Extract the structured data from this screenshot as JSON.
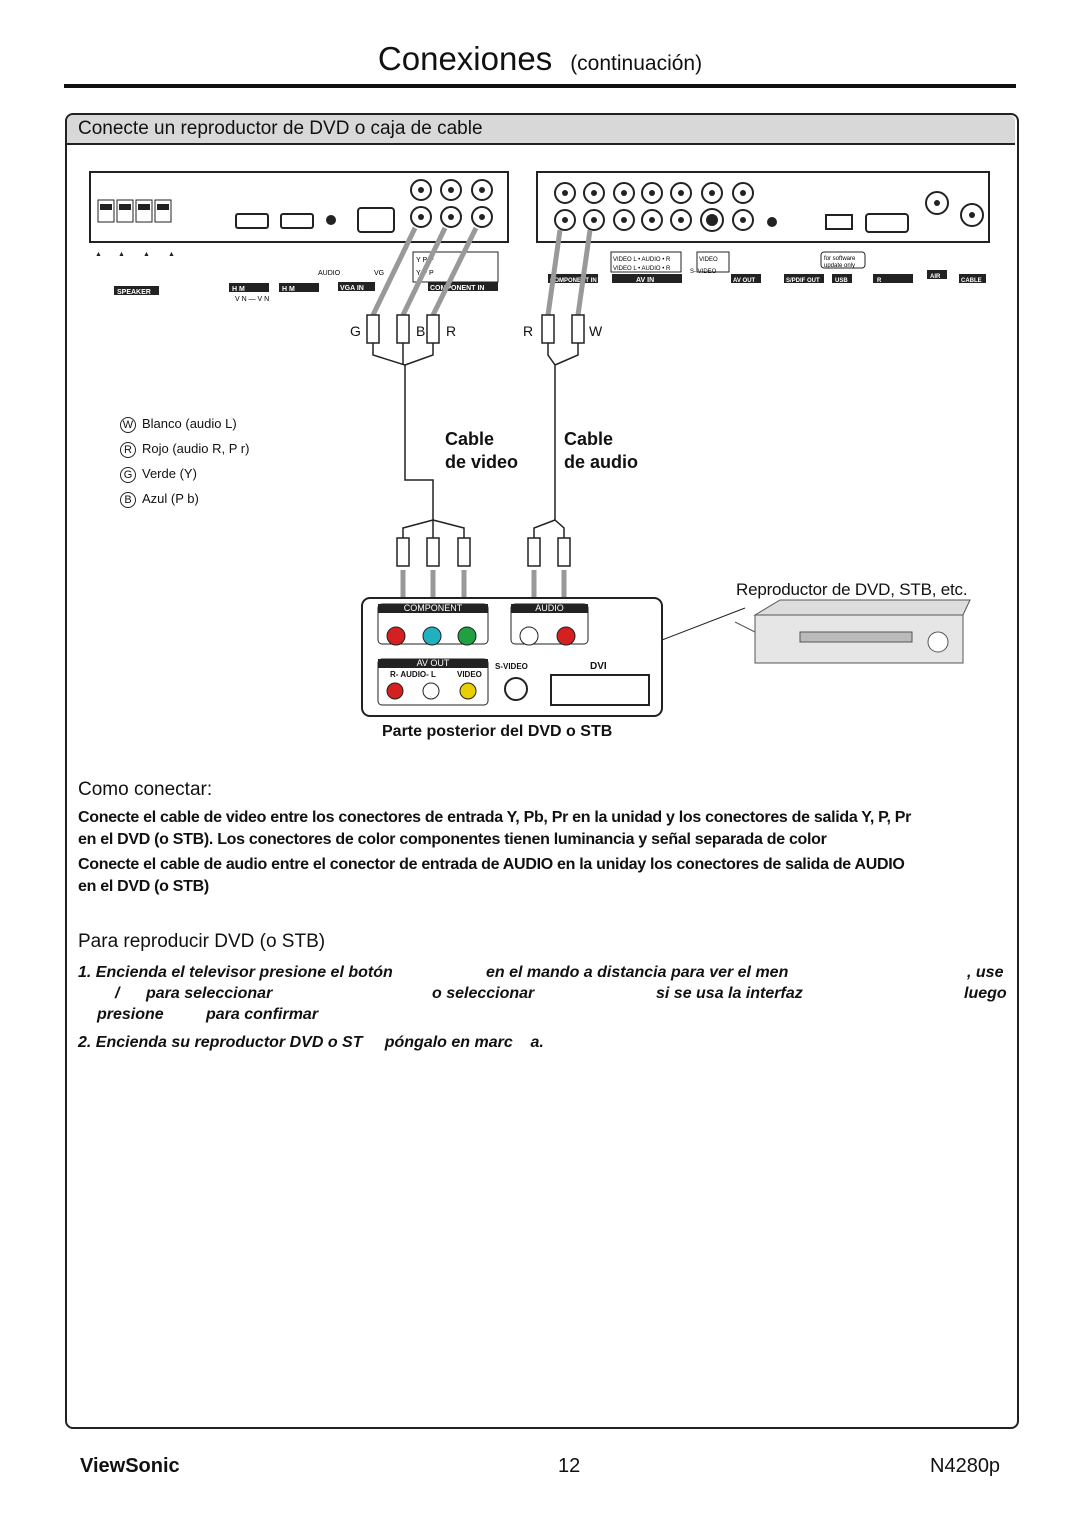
{
  "header": {
    "title": "Conexiones",
    "subtitle": "(continuación)"
  },
  "section": {
    "title": "Conecte un reproductor de DVD o caja de cable"
  },
  "diagram": {
    "tv_panel_labels": {
      "speaker": "SPEAKER",
      "audio": "AUDIO",
      "vga": "VGA IN",
      "vga_short": "VG",
      "component": "COMPONENT IN",
      "av_in": "AV IN",
      "av_out": "AV OUT",
      "spdif": "S/PDIF OUT",
      "usb": "USB",
      "air": "AIR",
      "cable": "CABLE",
      "software": "for software update only",
      "video": "VIDEO",
      "svideo": "S- VIDEO",
      "hdmi": "H  M"
    },
    "plug_letters_top_left": [
      "G",
      "B",
      "R"
    ],
    "plug_letters_top_right": [
      "R",
      "W"
    ],
    "legend": [
      {
        "letter": "W",
        "text": "Blanco (audio L)"
      },
      {
        "letter": "R",
        "text": "Rojo (audio R, P r)"
      },
      {
        "letter": "G",
        "text": "Verde (Y)"
      },
      {
        "letter": "B",
        "text": "Azul (P b)"
      }
    ],
    "cable_video": [
      "Cable",
      "de video"
    ],
    "cable_audio": [
      "Cable",
      "de audio"
    ],
    "dvd_label": "Reproductor de DVD, STB, etc.",
    "dvd_panel": {
      "component": "COMPONENT",
      "audio": "AUDIO",
      "av_out": "AV OUT",
      "r_audio_l": "R- AUDIO- L",
      "video": "VIDEO",
      "svideo": "S-VIDEO",
      "dvi": "DVI"
    },
    "dvd_caption": "Parte posterior del DVD o STB"
  },
  "como": {
    "heading": "Como conectar:",
    "para1_line1": "Conecte el cable de video entre los conectores de entrada Y, Pb, Pr en la unidad y los conectores de salida Y, P, Pr",
    "para1_line2": "en el DVD (o STB).  Los conectores de color componentes tienen luminancia y señal separada de color",
    "para2_line1": "Conecte el cable de audio entre el conector de entrada de AUDIO en la uniday los conectores de salida de AUDIO",
    "para2_line2": "en el DVD (o STB)"
  },
  "para": {
    "heading": "Para reproducir DVD (o STB)",
    "step1_a": "1. Encienda el televisor presione el botón",
    "step1_b": "en el mando a distancia para ver el men",
    "step1_c": ", use",
    "step1_d": "/",
    "step1_e": "para seleccionar",
    "step1_f": "o seleccionar",
    "step1_g": "si se usa la interfaz",
    "step1_h": "luego",
    "step1_i": "presione",
    "step1_j": "para confirmar",
    "step2": "2. Encienda su reproductor DVD o ST     póngalo en marc    a."
  },
  "footer": {
    "brand": "ViewSonic",
    "page": "12",
    "model": "N4280p"
  },
  "colors": {
    "red": "#d42020",
    "green": "#20a040",
    "cyan": "#20b0c0",
    "yellow": "#e8d000",
    "arrow": "#999999"
  }
}
